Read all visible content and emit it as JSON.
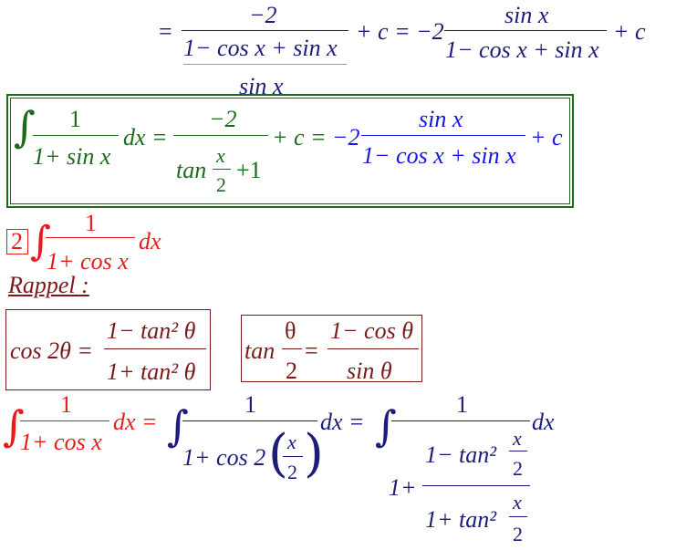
{
  "line1": {
    "numerator": "−2",
    "den1": "1− cos x + sin x",
    "den2": "sin x",
    "mid": "+ c = −2",
    "num2": "sin x",
    "den3": "1− cos x + sin x",
    "end": "+ c"
  },
  "result1": {
    "integrand_num": "1",
    "integrand_den": "1+ sin x",
    "dx_eq": "dx =",
    "num": "−2",
    "tan_word": "tan",
    "tan_num": "x",
    "tan_den": "2",
    "tan_plus": "+1",
    "plus_c_eq": "+ c =",
    "coef": "−2",
    "num2": "sin x",
    "den2": "1− cos x + sin x",
    "end": "+ c"
  },
  "problem2": {
    "number": "2",
    "num": "1",
    "den": "1+ cos x",
    "dx": "dx"
  },
  "rappel": {
    "label": "Rappel :"
  },
  "formula_cos": {
    "lhs": "cos 2θ =",
    "num": "1− tan² θ",
    "den": "1+ tan² θ"
  },
  "formula_tan": {
    "tan_word": "tan",
    "theta": "θ",
    "two": "2",
    "eq": "=",
    "num": "1− cos θ",
    "den": "sin θ"
  },
  "last": {
    "num": "1",
    "den": "1+ cos x",
    "dx_eq": "dx =",
    "num2": "1",
    "den2_a": "1+ cos 2",
    "den2_x": "x",
    "den2_2": "2",
    "dx_eq2": "dx =",
    "num3": "1",
    "one_plus": "1+",
    "inner_num": "1− tan²",
    "inner_den": "1+ tan²",
    "frac_x": "x",
    "frac_2": "2",
    "dx": "dx"
  },
  "colors": {
    "navy": "#1c1c7a",
    "green": "#1a6b1a",
    "blue": "#1515e6",
    "red": "#e61c1c",
    "brown": "#7a1a1a"
  }
}
